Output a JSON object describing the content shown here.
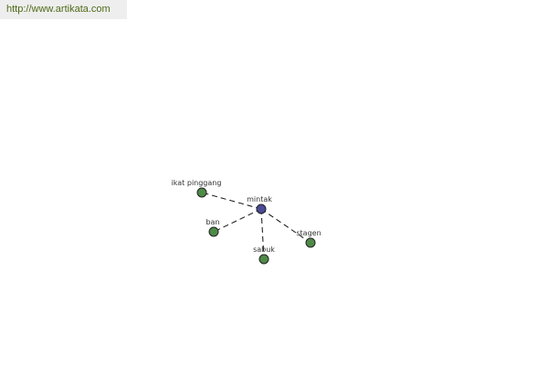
{
  "banner": {
    "url_text": "http://www.artikata.com"
  },
  "graph": {
    "center": {
      "label": "mintak",
      "color": "#4a4a96"
    },
    "leaves": [
      {
        "id": "ikat-pinggang",
        "label": "ikat pinggang"
      },
      {
        "id": "ban",
        "label": "ban"
      },
      {
        "id": "sabuk",
        "label": "sabuk"
      },
      {
        "id": "stagen",
        "label": "stagen"
      }
    ],
    "leaf_color": "#4e8a47",
    "edge_style": "dashed"
  }
}
